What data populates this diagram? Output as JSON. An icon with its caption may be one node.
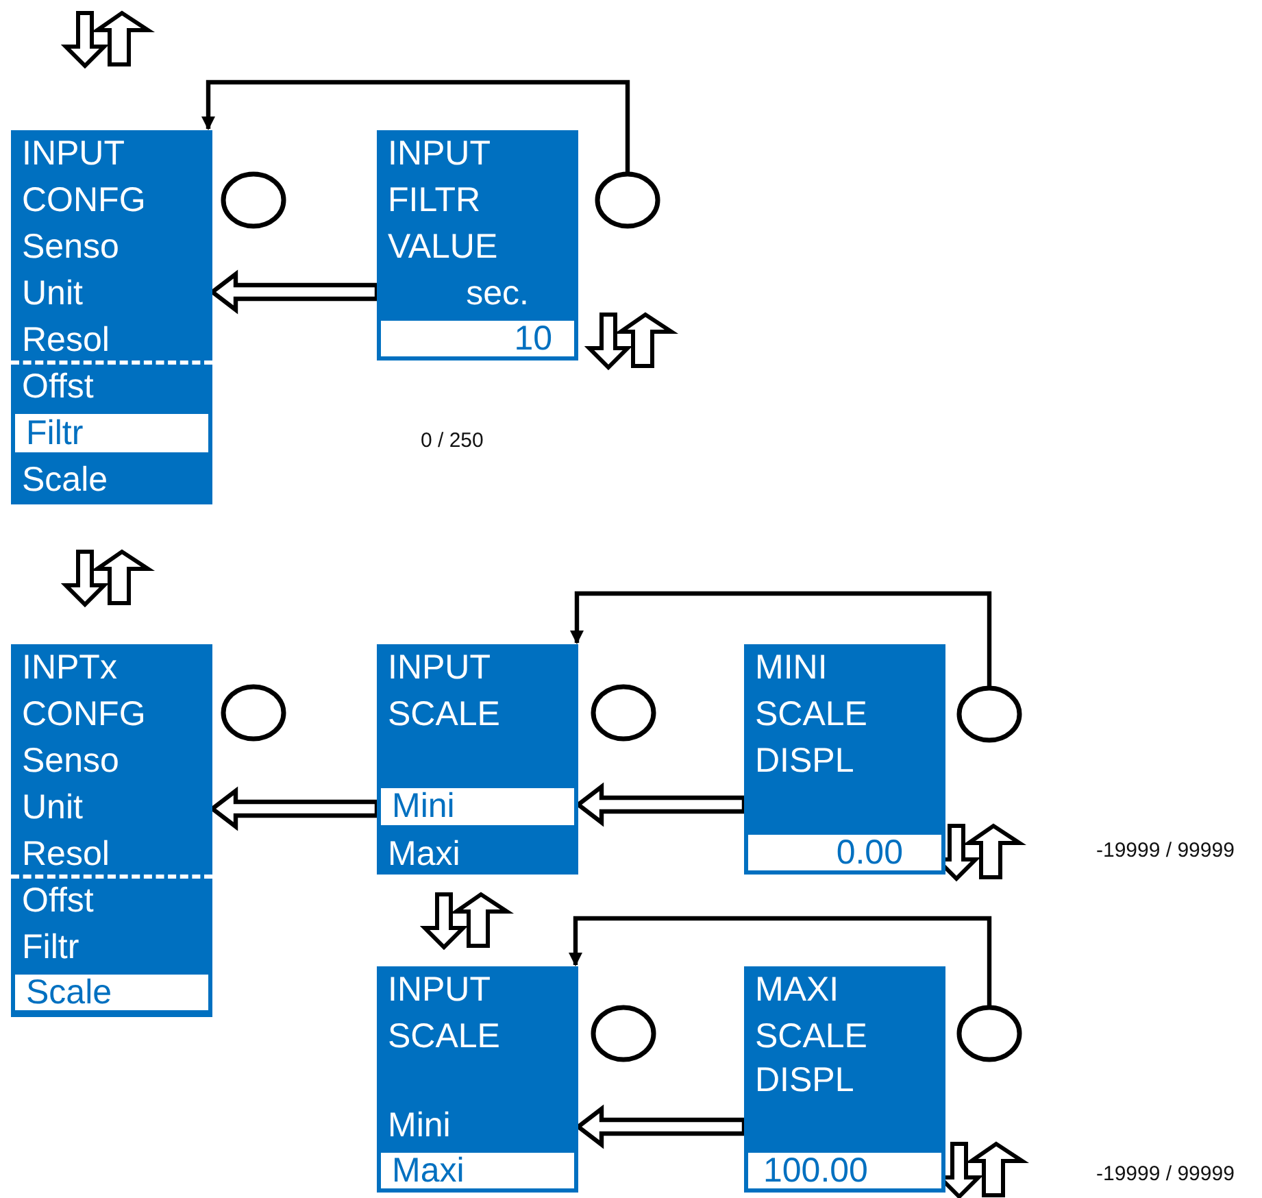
{
  "diagram": {
    "nodes": [
      {
        "text": [
          "INPUT",
          "CONFG",
          "Senso",
          "Unit",
          "Resol",
          "Offst",
          "Scale"
        ]
      },
      {
        "text": [
          "Filtr"
        ],
        "in": 0
      },
      {
        "text": [],
        "shape": "circle"
      },
      {
        "text": [
          "INPUT",
          "FILTR",
          "VALUE",
          "sec."
        ]
      },
      {
        "text": [
          "10"
        ],
        "in": 3
      },
      {
        "text": [],
        "shape": "circle"
      },
      {
        "text": [
          "INPTx",
          "CONFG",
          "Senso",
          "Unit",
          "Resol",
          "Offst",
          "Filtr"
        ]
      },
      {
        "text": [
          "Scale"
        ],
        "in": 6
      },
      {
        "text": [],
        "shape": "circle"
      },
      {
        "text": [
          "INPUT",
          "SCALE",
          "Maxi"
        ]
      },
      {
        "text": [
          "Mini"
        ],
        "in": 9
      },
      {
        "text": [],
        "shape": "circle"
      },
      {
        "text": [
          "MINI",
          "SCALE",
          "DISPL"
        ]
      },
      {
        "text": [
          "0.00"
        ],
        "in": 12
      },
      {
        "text": [],
        "shape": "circle"
      },
      {
        "text": [
          "INPUT",
          "SCALE",
          "Mini"
        ]
      },
      {
        "text": [
          "Maxi"
        ],
        "in": 15
      },
      {
        "text": [],
        "shape": "circle"
      },
      {
        "text": [
          "MAXI",
          "SCALE",
          "DISPL"
        ]
      },
      {
        "text": [
          "100.00"
        ],
        "in": 18
      },
      {
        "text": [],
        "shape": "circle"
      }
    ],
    "edges": [
      {
        "from": 3,
        "to": 0,
        "arrow": "to",
        "style": "thick"
      },
      {
        "from": 5,
        "to": 0,
        "arrow": "to"
      },
      {
        "from": 9,
        "to": 6,
        "arrow": "to",
        "style": "thick"
      },
      {
        "from": 14,
        "to": 9,
        "arrow": "to"
      },
      {
        "from": 12,
        "to": 9,
        "arrow": "to",
        "style": "thick"
      },
      {
        "from": 20,
        "to": 15,
        "arrow": "to"
      },
      {
        "from": 18,
        "to": 15,
        "arrow": "to",
        "style": "thick"
      }
    ],
    "labels": [
      "0 / 250",
      "-19999 / 99999",
      "-19999 / 99999"
    ]
  }
}
